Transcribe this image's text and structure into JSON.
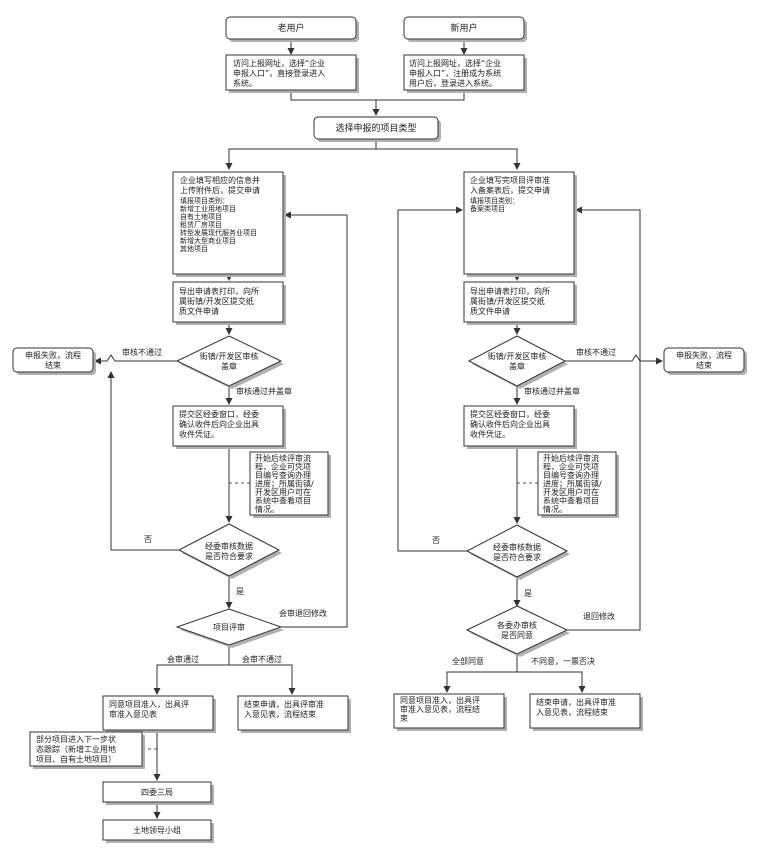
{
  "nodes": {
    "old_user": "老用户",
    "new_user": "新用户",
    "old_user_access": [
      "访问上报网址，选择“企业",
      "申报入口”，直接登录进入",
      "系统。"
    ],
    "new_user_access": [
      "访问上报网址，选择“企业",
      "申报入口”，注册成为系统",
      "用户后，登录进入系统。"
    ],
    "select_type": "选择申报的项目类型",
    "left_fill": [
      "企业填写相应的信息并",
      "上传附件后，提交申请"
    ],
    "left_categories": [
      "填报项目类别：",
      "新增工业用地项目",
      "自有土地项目",
      "租赁厂房项目",
      "转型发展现代服务业项目",
      "新增大型商业项目",
      "其他项目"
    ],
    "right_fill": [
      "企业填写完项目评审准",
      "入备案表后，提交申请"
    ],
    "right_categories": [
      "填报项目类别：",
      "备案类项目"
    ],
    "left_print": [
      "导出申请表打印，向所",
      "属街镇/开发区提交纸",
      "质文件申请"
    ],
    "right_print": [
      "导出申请表打印，向所",
      "属街镇/开发区提交纸",
      "质文件申请"
    ],
    "left_review": [
      "街镇/开发区审核",
      "盖章"
    ],
    "right_review": [
      "街镇/开发区审核",
      "盖章"
    ],
    "left_fail": [
      "申报失败，流程",
      "结束"
    ],
    "right_fail": [
      "申报失败，流程",
      "结束"
    ],
    "left_submit": [
      "提交区经委窗口，经委",
      "确认收件后向企业出具",
      "收件凭证。"
    ],
    "right_submit": [
      "提交区经委窗口，经委",
      "确认收件后向企业出具",
      "收件凭证。"
    ],
    "left_note": [
      "开始后续评审流",
      "程，企业可凭项",
      "目编号查询办理",
      "进度；所属街镇/",
      "开发区用户可在",
      "系统中查看项目",
      "情况。"
    ],
    "right_note": [
      "开始后续评审流",
      "程，企业可凭项",
      "目编号查询办理",
      "进度；所属街镇/",
      "开发区用户可在",
      "系统中查看项目",
      "情况。"
    ],
    "left_data_check": [
      "经委审核数据",
      "是否符合要求"
    ],
    "right_data_check": [
      "经委审核数据",
      "是否符合要求"
    ],
    "left_project_review": "项目评审",
    "right_bureau_review": [
      "各委办审核",
      "是否同意"
    ],
    "left_pass_result": [
      "同意项目准入，出具评",
      "审准入意见表"
    ],
    "left_reject_result": [
      "结束申请，出具评审准",
      "入意见表，流程结束"
    ],
    "right_agree_result": [
      "同意项目准入，出具评",
      "审准入意见表，流程结",
      "束"
    ],
    "right_reject_result": [
      "结束申请，出具评审准",
      "入意见表，流程结束"
    ],
    "tracking_note": [
      "部分项目进入下一步状",
      "态跟踪（新增工业用地",
      "项目、自有土地项目）"
    ],
    "four_three_bureau": "四委三局",
    "land_group": "土地领导小组"
  },
  "labels": {
    "review_fail": "审核不通过",
    "review_pass_stamp": "审核通过并盖章",
    "no": "否",
    "yes": "是",
    "return_modify_left": "会审退回修改",
    "review_pass": "会审通过",
    "review_not_pass": "会审不通过",
    "all_agree": "全部同意",
    "disagree_veto": "不同意，一票否决",
    "return_modify_right": "退回修改"
  },
  "colors": {
    "stroke": "#333333",
    "shadow": "#b0b0b0",
    "fill": "#ffffff",
    "text": "#222222"
  }
}
